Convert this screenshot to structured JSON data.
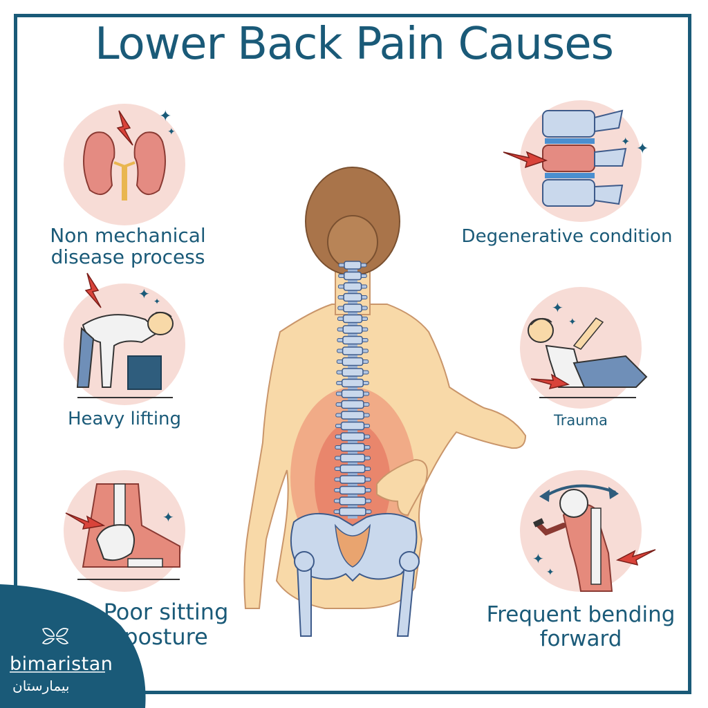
{
  "title": "Lower Back Pain Causes",
  "causes": {
    "non_mechanical": "Non mechanical\ndisease process",
    "heavy_lifting": "Heavy lifting",
    "poor_sitting": "Poor sitting\nposture",
    "degenerative": "Degenerative condition",
    "trauma": "Trauma",
    "bending": "Frequent bending\nforward"
  },
  "brand": {
    "name": "bimaristan",
    "arabic": "بيمارستان"
  },
  "colors": {
    "accent": "#1a5a78",
    "circle": "#f7dcd6",
    "pain": "#d9433a",
    "skin": "#f8d9a8",
    "bone": "#c9d8ec"
  }
}
